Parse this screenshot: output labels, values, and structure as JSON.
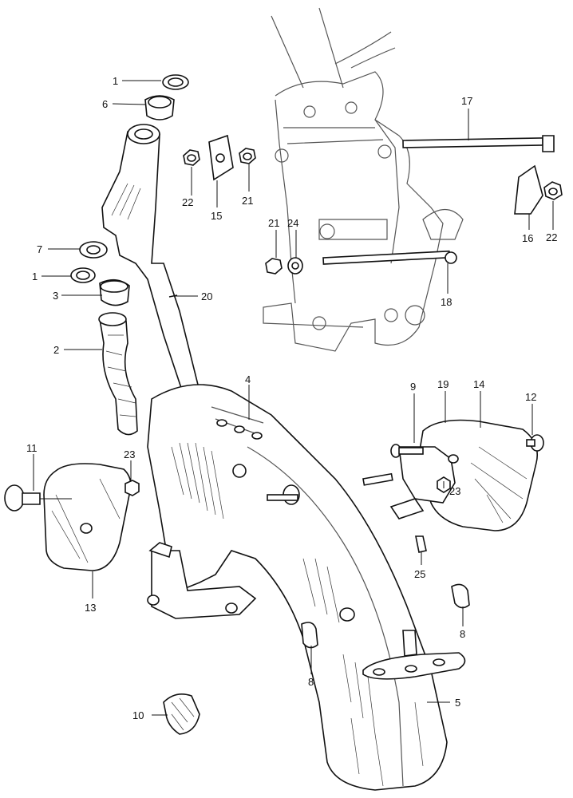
{
  "diagram": {
    "parts": [
      {
        "id": "c1a",
        "number": "1"
      },
      {
        "id": "c6",
        "number": "6"
      },
      {
        "id": "c22a",
        "number": "22"
      },
      {
        "id": "c15",
        "number": "15"
      },
      {
        "id": "c21a",
        "number": "21"
      },
      {
        "id": "c17",
        "number": "17"
      },
      {
        "id": "c16",
        "number": "16"
      },
      {
        "id": "c22b",
        "number": "22"
      },
      {
        "id": "c21b",
        "number": "21"
      },
      {
        "id": "c24",
        "number": "24"
      },
      {
        "id": "c7",
        "number": "7"
      },
      {
        "id": "c1b",
        "number": "1"
      },
      {
        "id": "c3",
        "number": "3"
      },
      {
        "id": "c20",
        "number": "20"
      },
      {
        "id": "c18",
        "number": "18"
      },
      {
        "id": "c2",
        "number": "2"
      },
      {
        "id": "c4",
        "number": "4"
      },
      {
        "id": "c9",
        "number": "9"
      },
      {
        "id": "c19",
        "number": "19"
      },
      {
        "id": "c14",
        "number": "14"
      },
      {
        "id": "c12",
        "number": "12"
      },
      {
        "id": "c11",
        "number": "11"
      },
      {
        "id": "c23a",
        "number": "23"
      },
      {
        "id": "c23b",
        "number": "23"
      },
      {
        "id": "c25",
        "number": "25"
      },
      {
        "id": "c13",
        "number": "13"
      },
      {
        "id": "c8a",
        "number": "8"
      },
      {
        "id": "c8b",
        "number": "8"
      },
      {
        "id": "c5",
        "number": "5"
      },
      {
        "id": "c10",
        "number": "10"
      }
    ]
  }
}
